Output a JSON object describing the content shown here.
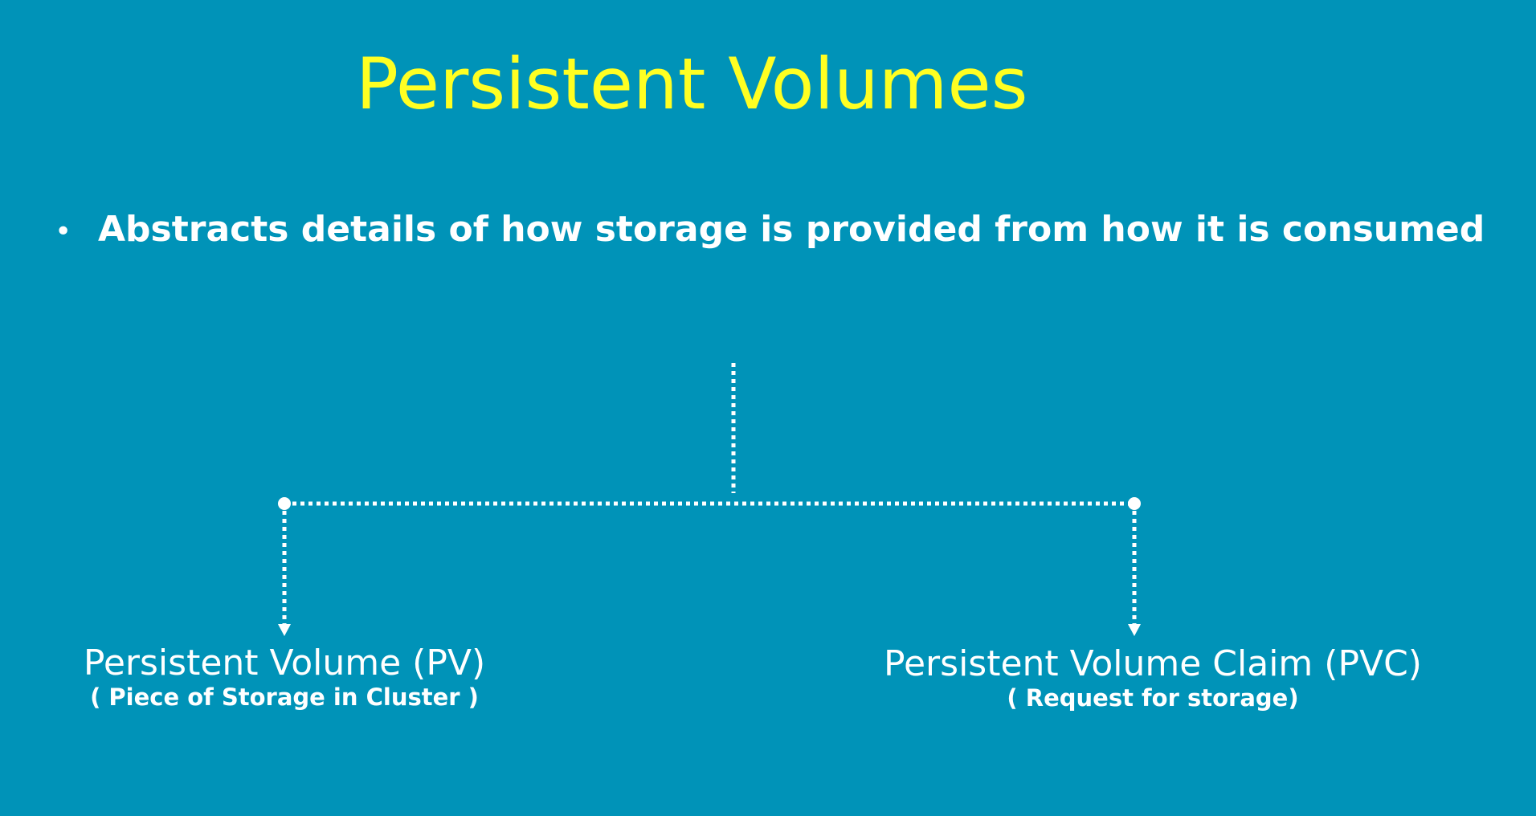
{
  "slide": {
    "title": "Persistent Volumes",
    "bullet": "Abstracts details of how storage is provided from how it is consumed"
  },
  "diagram": {
    "nodes": [
      {
        "id": "pv",
        "title": "Persistent Volume (PV)",
        "subtitle": "( Piece of Storage in Cluster )"
      },
      {
        "id": "pvc",
        "title": "Persistent Volume Claim (PVC)",
        "subtitle": "( Request for storage)"
      }
    ]
  },
  "colors": {
    "background": "#0093b8",
    "title": "#ffff22",
    "text": "#ffffff"
  }
}
